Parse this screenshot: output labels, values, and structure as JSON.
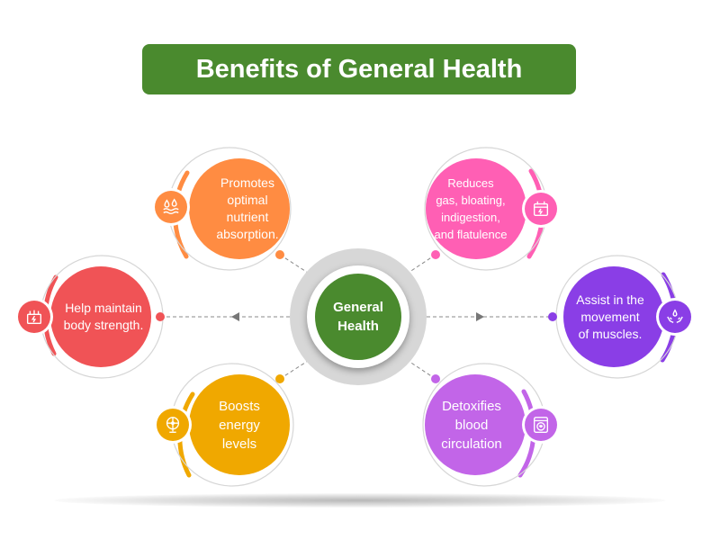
{
  "title": "Benefits of General Health",
  "hub": {
    "label": "General\nHealth",
    "color": "#4a8a2e"
  },
  "nodes": [
    {
      "id": "nutrient",
      "label": "Promotes\noptimal\nnutrient\nabsorption.",
      "color": "#ff8c42",
      "icon": "water-drops-icon"
    },
    {
      "id": "digestion",
      "label": "Reduces\ngas, bloating,\nindigestion,\nand flatulence",
      "color": "#ff5fb4",
      "icon": "calendar-icon"
    },
    {
      "id": "strength",
      "label": "Help maintain\nbody strength.",
      "color": "#f05356",
      "icon": "power-icon"
    },
    {
      "id": "muscles",
      "label": "Assist in the\nmovement\nof muscles.",
      "color": "#8a3ee6",
      "icon": "hands-drop-icon"
    },
    {
      "id": "energy",
      "label": "Boosts\nenergy\nlevels",
      "color": "#f0a800",
      "icon": "fan-icon"
    },
    {
      "id": "detox",
      "label": "Detoxifies\nblood\ncirculation",
      "color": "#c265e8",
      "icon": "washer-icon"
    }
  ]
}
